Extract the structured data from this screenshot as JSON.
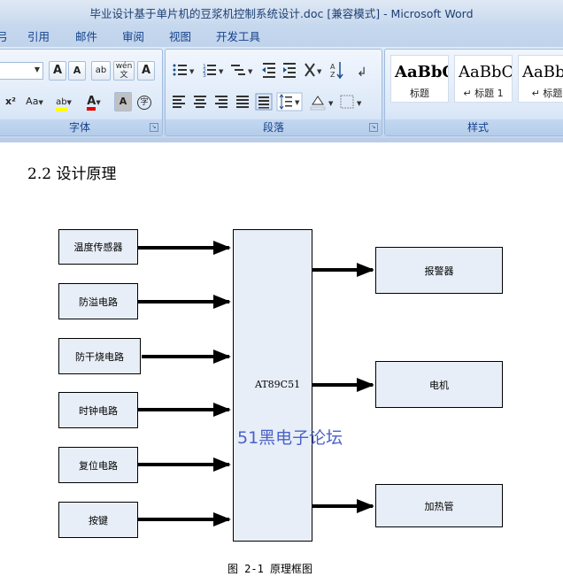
{
  "window": {
    "title": "毕业设计基于单片机的豆浆机控制系统设计.doc [兼容模式] - Microsoft Word"
  },
  "ribbon": {
    "tabs": [
      "引用",
      "邮件",
      "审阅",
      "视图",
      "开发工具"
    ],
    "font_group": {
      "label": "字体",
      "buttons": {
        "grow": "A",
        "shrink": "A",
        "clear_format": "ab",
        "phonetic": "wén",
        "char_border": "A",
        "superscript": "x²",
        "change_case": "Aa",
        "highlight": "ab",
        "font_color": "A",
        "char_shading": "A",
        "enclose": "字"
      }
    },
    "paragraph_group": {
      "label": "段落"
    },
    "styles_group": {
      "label": "样式",
      "items": [
        {
          "sample": "AaBbC",
          "name": "标题"
        },
        {
          "sample": "AaBbC",
          "name": "↵ 标题 1"
        },
        {
          "sample": "AaBbC",
          "name": "↵ 标题"
        }
      ]
    }
  },
  "document": {
    "heading": "2.2 设计原理",
    "diagram": {
      "inputs": [
        "温度传感器",
        "防溢电路",
        "防干烧电路",
        "时钟电路",
        "复位电路",
        "按键"
      ],
      "mcu": "AT89C51",
      "outputs": [
        "报警器",
        "电机",
        "加热管"
      ],
      "watermark": "51黑电子论坛"
    },
    "caption": "图 2-1  原理框图"
  },
  "colors": {
    "accent": "#15428b",
    "block_fill": "#e8eef7",
    "watermark": "#4a62c8",
    "font_red": "#e00000",
    "highlight_yellow": "#ffff00"
  }
}
